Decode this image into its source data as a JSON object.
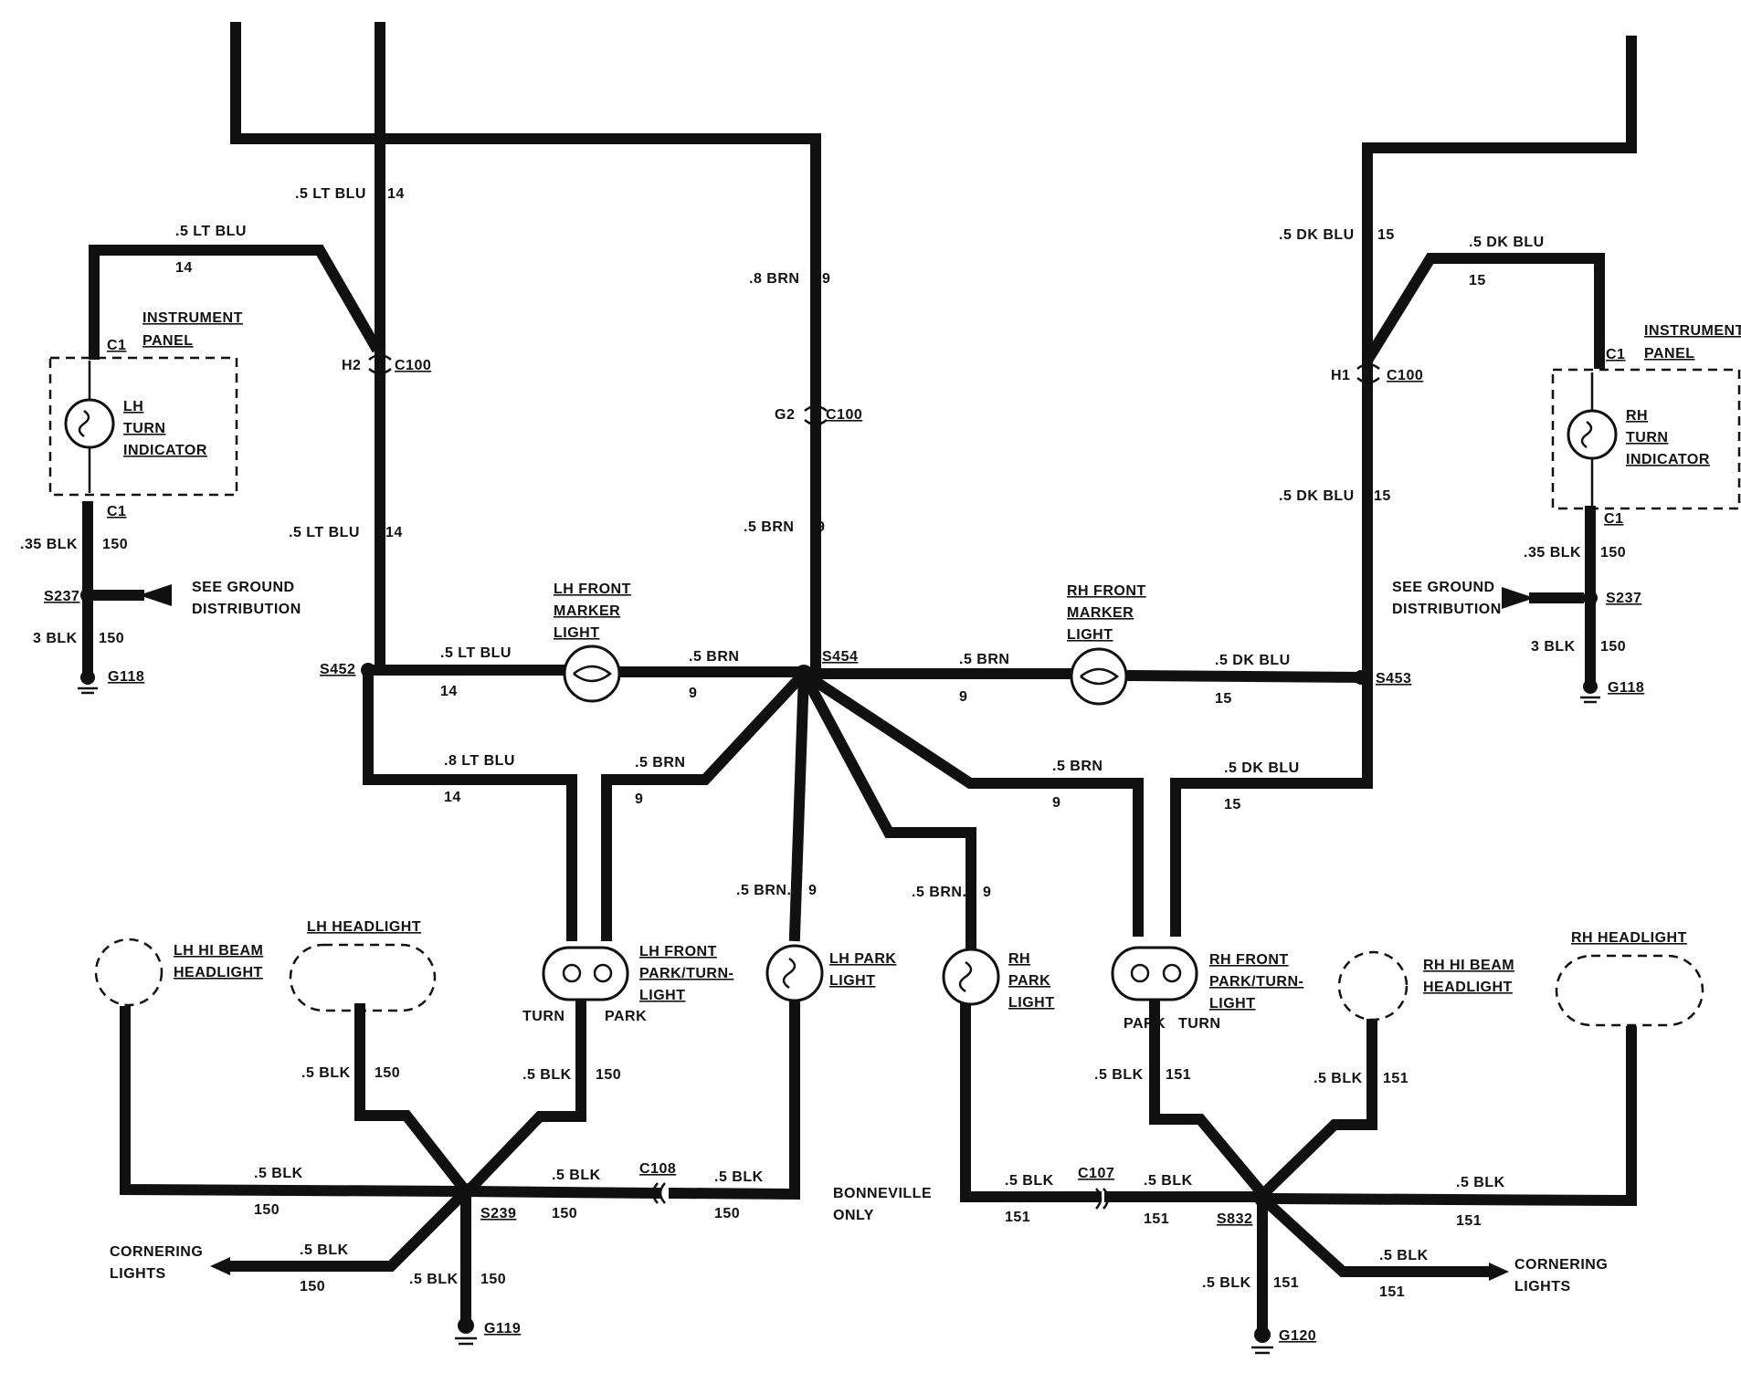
{
  "wires": {
    "lt_blu_5": ".5 LT BLU",
    "lt_blu_8": ".8 LT BLU",
    "dk_blu_5": ".5 DK BLU",
    "brn_8": ".8 BRN",
    "brn_5": ".5 BRN",
    "brn_5_alt": ".5 BRN.",
    "blk_35": ".35 BLK",
    "blk_3": "3 BLK",
    "blk_5": ".5 BLK",
    "c14": "14",
    "c15": "15",
    "c9": "9",
    "c150": "150",
    "c151": "151"
  },
  "connectors": {
    "c1": "C1",
    "c100": "C100",
    "h1": "H1",
    "h2": "H2",
    "g2": "G2",
    "c107": "C107",
    "c108": "C108"
  },
  "splices": {
    "s237": "S237",
    "s452": "S452",
    "s454": "S454",
    "s453": "S453",
    "s239": "S239",
    "s832": "S832"
  },
  "grounds": {
    "g118": "G118",
    "g119": "G119",
    "g120": "G120"
  },
  "components": {
    "instrument_panel": [
      "INSTRUMENT",
      "PANEL"
    ],
    "lh_turn_indicator": [
      "LH",
      "TURN",
      "INDICATOR"
    ],
    "rh_turn_indicator": [
      "RH",
      "TURN",
      "INDICATOR"
    ],
    "see_ground": [
      "SEE GROUND",
      "DISTRIBUTION"
    ],
    "lh_front_marker": [
      "LH FRONT",
      "MARKER",
      "LIGHT"
    ],
    "rh_front_marker": [
      "RH FRONT",
      "MARKER",
      "LIGHT"
    ],
    "lh_hi_beam": [
      "LH HI BEAM",
      "HEADLIGHT"
    ],
    "lh_headlight": "LH HEADLIGHT",
    "lh_front_park_turn": [
      "LH FRONT",
      "PARK/TURN-",
      "LIGHT"
    ],
    "lh_park_light": [
      "LH PARK",
      "LIGHT"
    ],
    "rh_park_light": [
      "RH",
      "PARK",
      "LIGHT"
    ],
    "rh_front_park_turn": [
      "RH FRONT",
      "PARK/TURN-",
      "LIGHT"
    ],
    "rh_hi_beam": [
      "RH HI BEAM",
      "HEADLIGHT"
    ],
    "rh_headlight": "RH HEADLIGHT",
    "turn": "TURN",
    "park": "PARK",
    "bonneville_only": [
      "BONNEVILLE",
      "ONLY"
    ],
    "cornering_lights": [
      "CORNERING",
      "LIGHTS"
    ]
  }
}
